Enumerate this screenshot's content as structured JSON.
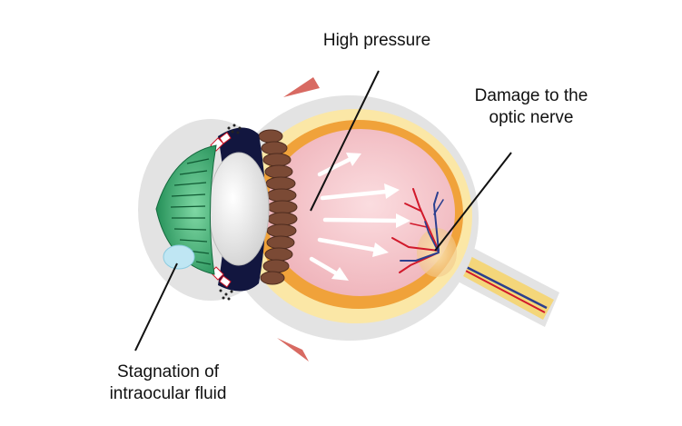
{
  "labels": {
    "high_pressure": "High pressure",
    "optic_damage": [
      "Damage to the",
      "optic nerve"
    ],
    "stagnation": [
      "Stagnation of",
      "intraocular fluid"
    ]
  },
  "colors": {
    "sclera": "#e3e3e3",
    "choroid_yellow": "#fbe7a6",
    "retina_orange": "#f0a23a",
    "vitreous_pink": "#f6c3c8",
    "cornea_green": "#2ea36a",
    "iris_navy": "#12163f",
    "lens_white": "#f2f2f2",
    "ciliary_brown": "#7b4a35",
    "optic_nerve": "#f4d67a",
    "artery_red": "#d1192b",
    "vein_blue": "#2b3f8f",
    "fluid_blue": "#bfe6f3",
    "muscle_red": "#d86a62"
  }
}
